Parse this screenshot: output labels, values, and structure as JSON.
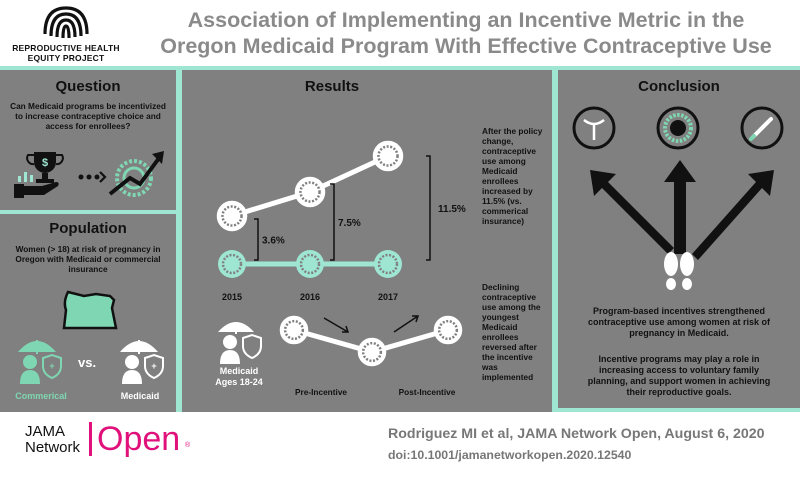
{
  "header": {
    "logo_line1": "REPRODUCTIVE HEALTH",
    "logo_line2": "EQUITY PROJECT",
    "title_line1": "Association of Implementing an Incentive Metric in the",
    "title_line2": "Oregon Medicaid Program With Effective Contraceptive Use"
  },
  "question": {
    "heading": "Question",
    "text_line1": "Can Medicaid programs be incentivized",
    "text_line2": "to increase contraceptive choice and",
    "text_line3": "access for enrollees?"
  },
  "population": {
    "heading": "Population",
    "text_line1": "Women (> 18) at risk of pregnancy in",
    "text_line2": "Oregon with Medicaid or commercial",
    "text_line3": "insurance",
    "vs": "vs.",
    "label_commercial": "Commerical",
    "label_medicaid": "Medicaid"
  },
  "results": {
    "heading": "Results",
    "years": [
      "2015",
      "2016",
      "2017"
    ],
    "diff_labels": [
      "3.6%",
      "7.5%",
      "11.5%"
    ],
    "note1": [
      "After the policy",
      "change,",
      "contraceptive",
      "use among",
      "Medicaid",
      "enrollees",
      "increased by",
      "11.5% (vs.",
      "commerical",
      "insurance)"
    ],
    "note2": [
      "Declining",
      "contraceptive",
      "use among the",
      "youngest",
      "Medicaid",
      "enrollees",
      "reversed after",
      "the incentive",
      "was",
      "implemented"
    ],
    "medicaid_label_line1": "Medicaid",
    "medicaid_label_line2": "Ages 18-24",
    "pre_label": "Pre-Incentive",
    "post_label": "Post-Incentive"
  },
  "conclusion": {
    "heading": "Conclusion",
    "text1_line1": "Program-based incentives strengthened",
    "text1_line2": "contraceptive use among women at risk of",
    "text1_line3": "pregnancy in Medicaid.",
    "text2_line1": "Incentive programs may play a role in",
    "text2_line2": "increasing access to voluntary family",
    "text2_line3": "planning, and support women in achieving",
    "text2_line4": "their reproductive goals."
  },
  "footer": {
    "jama_line1": "JAMA",
    "jama_line2": "Network",
    "open": "Open",
    "tm": "®",
    "citation": "Rodriguez MI et al, JAMA Network Open, August 6, 2020",
    "doi": "doi:10.1001/jamanetworkopen.2020.12540"
  },
  "colors": {
    "panel": "#808080",
    "teal": "#9ee5d2",
    "green": "#7fd6b2",
    "jama_pink": "#e0117b"
  }
}
